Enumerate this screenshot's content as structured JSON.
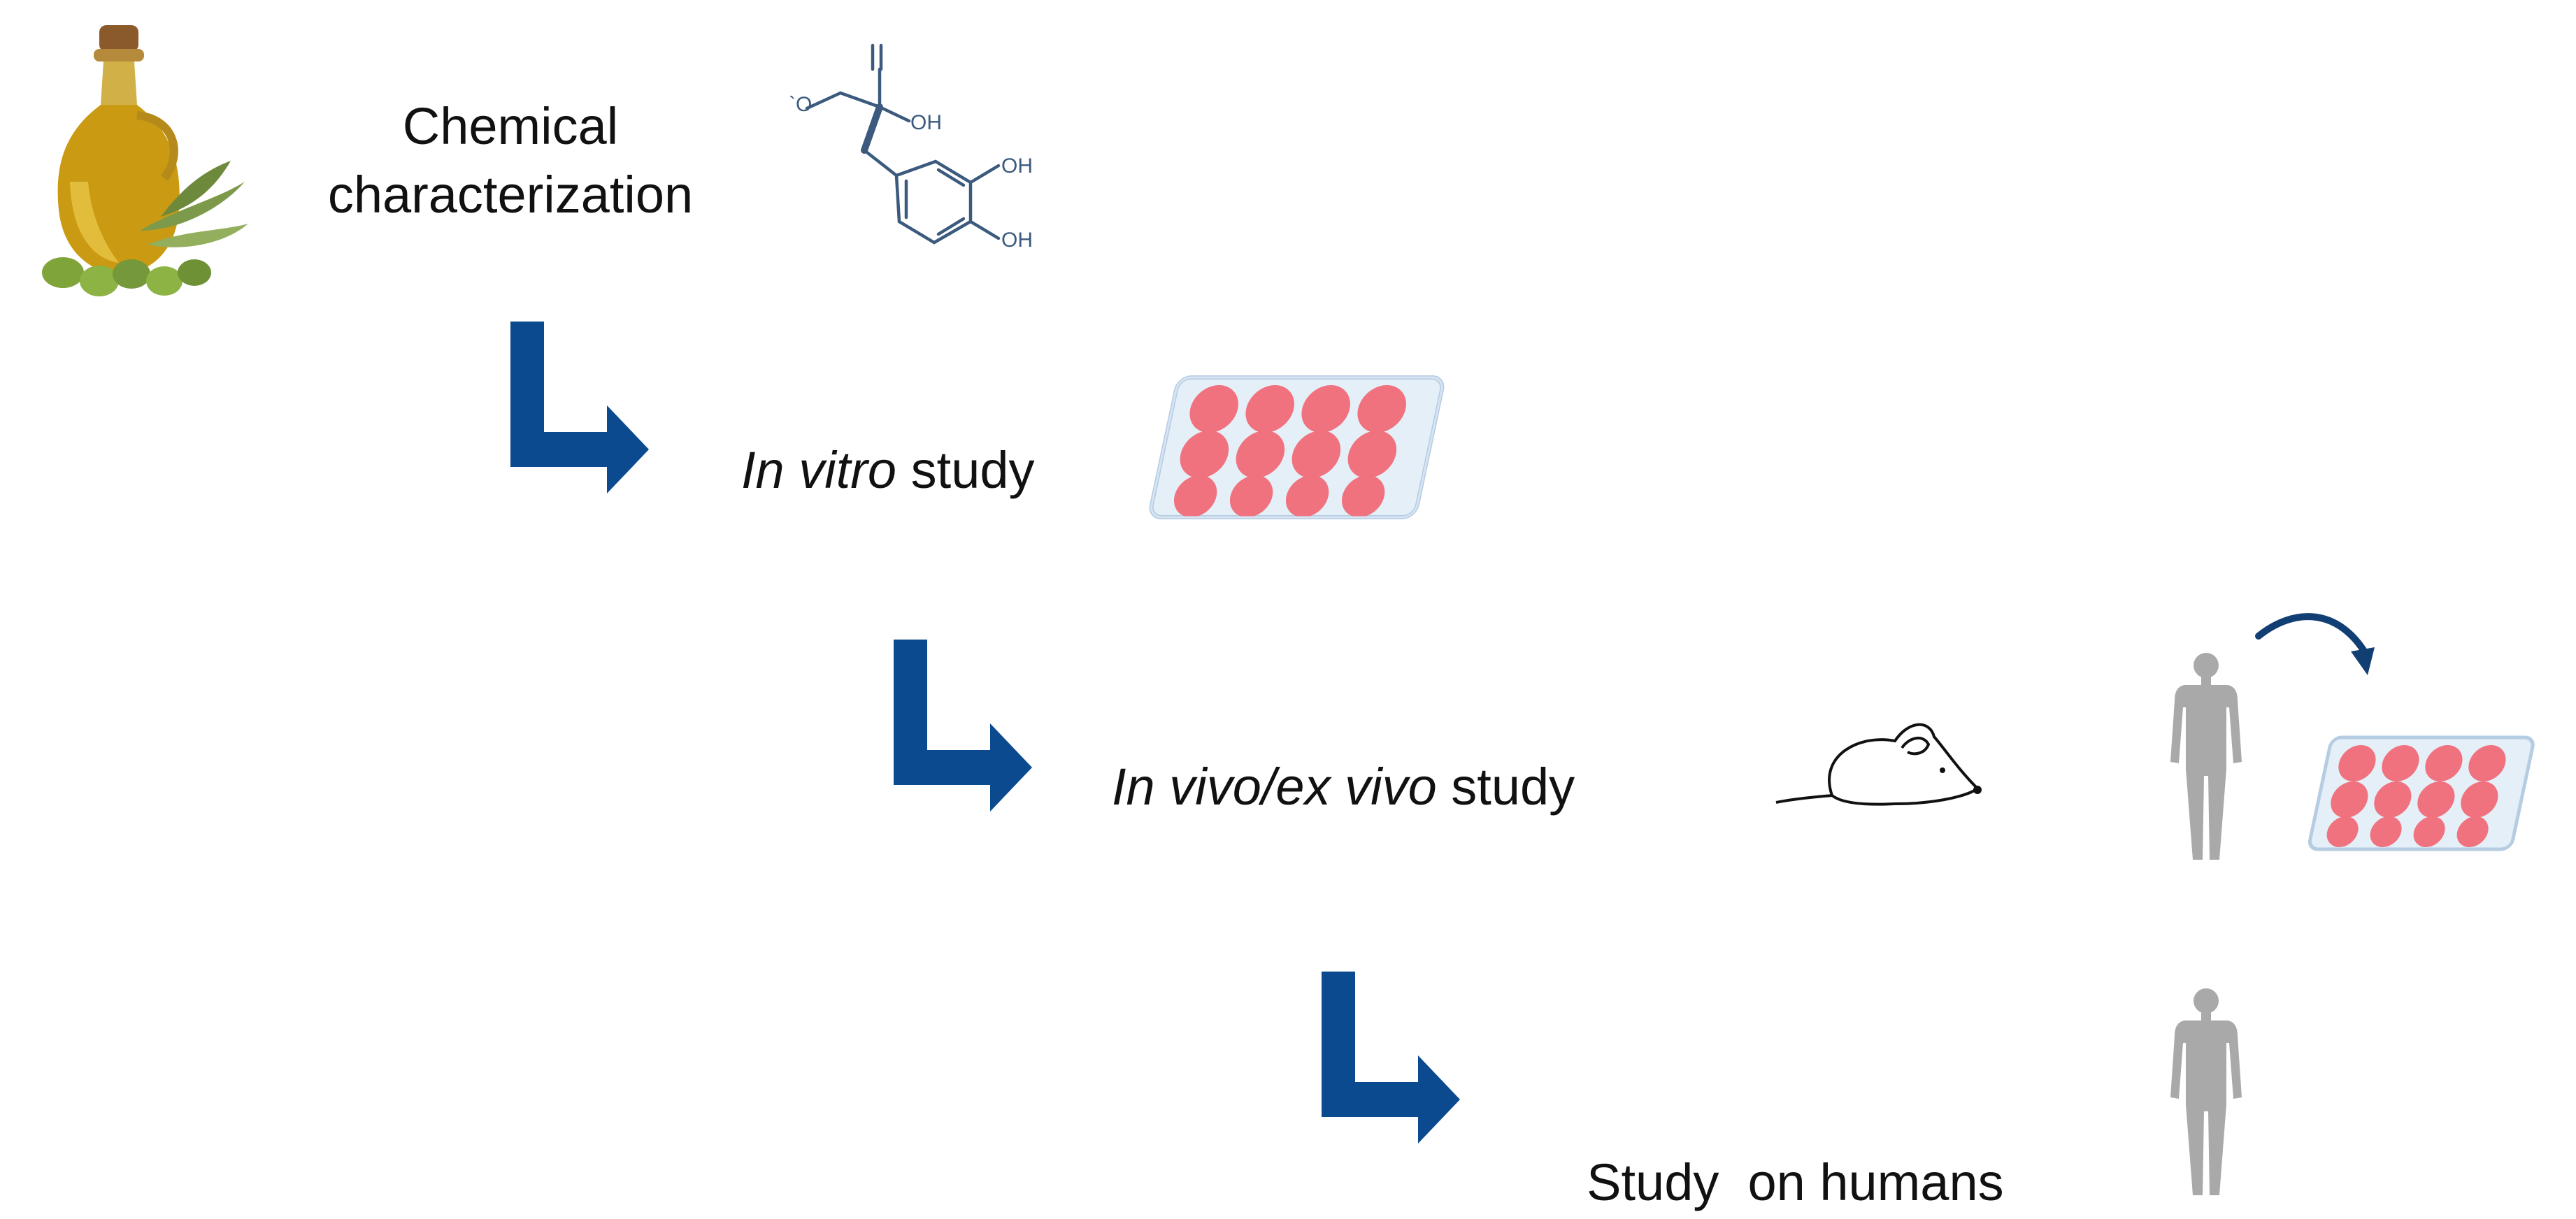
{
  "colors": {
    "arrow": "#0B4A8F",
    "plate_well": "#F0727F",
    "plate_frame": "#C9DDEE",
    "human": "#A9A9A9",
    "molecule": "#3B5A7E"
  },
  "steps": [
    {
      "line1": "Chemical",
      "line2": "characterization",
      "icons": [
        "olive-oil-bottle-icon",
        "molecule-structure-icon"
      ]
    },
    {
      "italic": "In vitro",
      "rest": " study",
      "icons": [
        "cell-culture-plate-icon"
      ]
    },
    {
      "italic": "In vivo/ex vivo",
      "rest": " study",
      "icons": [
        "mouse-icon",
        "human-figure-icon",
        "curved-arrow-icon",
        "cell-culture-plate-icon"
      ]
    },
    {
      "text": "Study  on humans",
      "icons": [
        "human-figure-icon"
      ]
    }
  ],
  "molecule": {
    "oh_label": "OH",
    "oh_top": "OH",
    "oh_bottom": "OH"
  }
}
